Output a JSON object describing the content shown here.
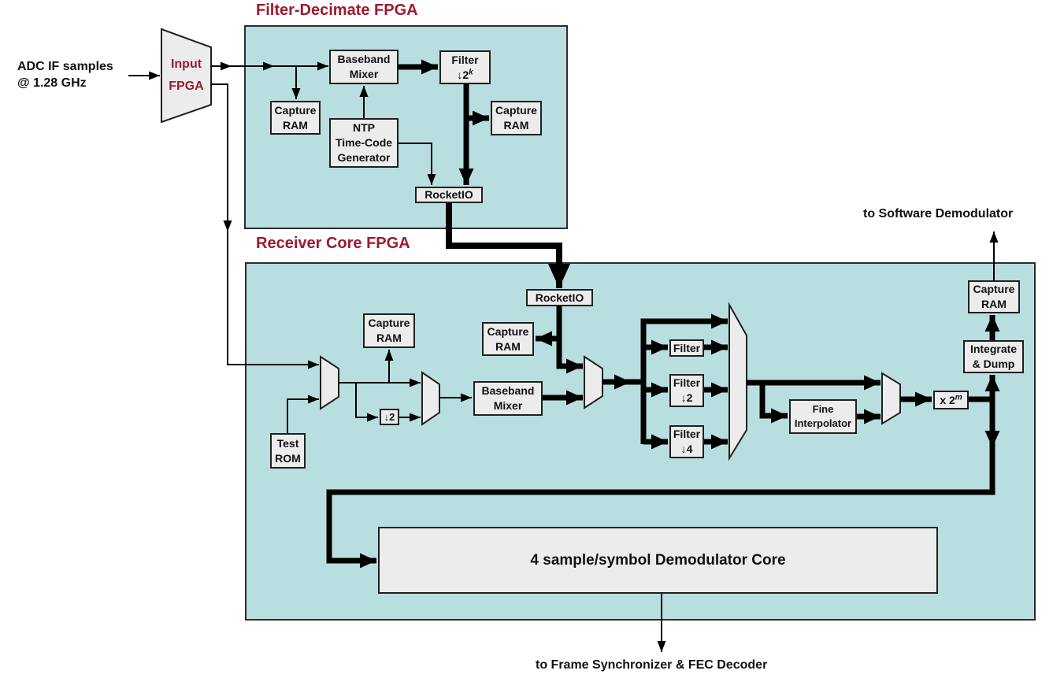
{
  "colors": {
    "panel_bg": "#b9dee0",
    "block_bg": "#ececec",
    "block_border": "#1f1f1f",
    "title_red": "#9b1b30",
    "wire": "#000000"
  },
  "external": {
    "adc_label": "ADC IF samples\n@ 1.28 GHz",
    "to_software_demodulator": "to Software Demodulator",
    "to_frame_sync": "to Frame Synchronizer & FEC Decoder"
  },
  "input_fpga": {
    "line1": "Input",
    "line2": "FPGA"
  },
  "filter_decimate_fpga": {
    "title": "Filter-Decimate FPGA",
    "blocks": {
      "baseband_mixer": "Baseband\nMixer",
      "filter_decimator": {
        "line1": "Filter",
        "base": "↓2",
        "sup": "k"
      },
      "capture_ram_in": "Capture\nRAM",
      "ntp_time_code_generator": "NTP\nTime-Code\nGenerator",
      "capture_ram_out": "Capture\nRAM",
      "rocketio": "RocketIO"
    }
  },
  "receiver_core_fpga": {
    "title": "Receiver Core FPGA",
    "blocks": {
      "rocketio": "RocketIO",
      "capture_ram_a": "Capture\nRAM",
      "capture_ram_b": "Capture\nRAM",
      "test_rom": "Test\nROM",
      "decimate_2": "↓2",
      "baseband_mixer": "Baseband\nMixer",
      "filter": "Filter",
      "filter_div2": "Filter\n↓2",
      "filter_div4": "Filter\n↓4",
      "fine_interpolator": "Fine\nInterpolator",
      "scale": {
        "base": "x 2",
        "sup": "m"
      },
      "integrate_dump": "Integrate\n& Dump",
      "capture_ram_c": "Capture\nRAM",
      "demodulator_core": "4 sample/symbol Demodulator Core"
    }
  }
}
